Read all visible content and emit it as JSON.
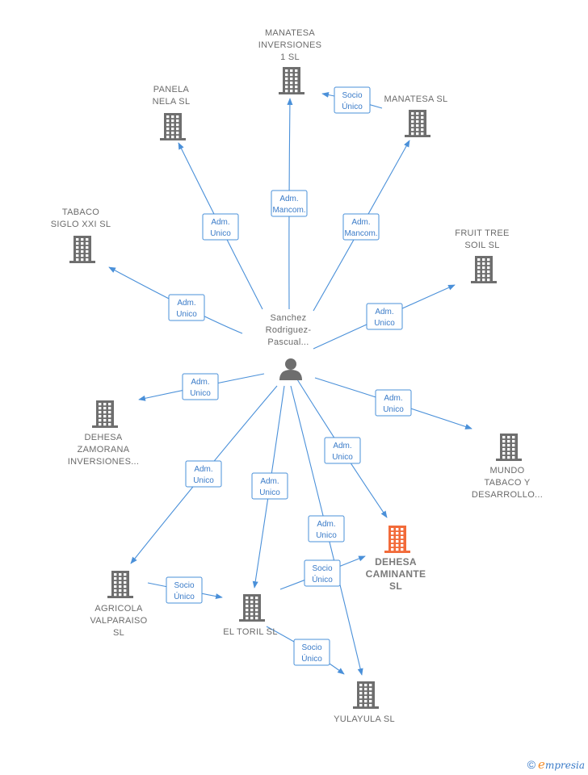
{
  "center": {
    "label_lines": [
      "Sanchez",
      "Rodriguez-",
      "Pascual..."
    ],
    "icon": "person-icon"
  },
  "companies": [
    {
      "id": "manatesa1",
      "label_lines": [
        "MANATESA",
        "INVERSIONES",
        "1  SL"
      ],
      "icon": "building-icon"
    },
    {
      "id": "panela",
      "label_lines": [
        "PANELA",
        "NELA  SL"
      ],
      "icon": "building-icon"
    },
    {
      "id": "manatesa",
      "label_lines": [
        "MANATESA  SL"
      ],
      "icon": "building-icon"
    },
    {
      "id": "tabaco",
      "label_lines": [
        "TABACO",
        "SIGLO XXI  SL"
      ],
      "icon": "building-icon"
    },
    {
      "id": "fruit",
      "label_lines": [
        "FRUIT TREE",
        "SOIL  SL"
      ],
      "icon": "building-icon"
    },
    {
      "id": "dehesaz",
      "label_lines": [
        "DEHESA",
        "ZAMORANA",
        "INVERSIONES..."
      ],
      "icon": "building-icon"
    },
    {
      "id": "mundo",
      "label_lines": [
        "MUNDO",
        "TABACO Y",
        "DESARROLLO..."
      ],
      "icon": "building-icon"
    },
    {
      "id": "dehesac",
      "label_lines": [
        "DEHESA",
        "CAMINANTE",
        "SL"
      ],
      "icon": "building-icon",
      "focus": true
    },
    {
      "id": "agricola",
      "label_lines": [
        "AGRICOLA",
        "VALPARAISO",
        "SL"
      ],
      "icon": "building-icon"
    },
    {
      "id": "toril",
      "label_lines": [
        "EL TORIL  SL"
      ],
      "icon": "building-icon"
    },
    {
      "id": "yulayula",
      "label_lines": [
        "YULAYULA  SL"
      ],
      "icon": "building-icon"
    }
  ],
  "edges": [
    {
      "from": "center",
      "to": "manatesa1",
      "label_lines": [
        "Adm.",
        "Mancom."
      ]
    },
    {
      "from": "center",
      "to": "panela",
      "label_lines": [
        "Adm.",
        "Unico"
      ]
    },
    {
      "from": "center",
      "to": "manatesa",
      "label_lines": [
        "Adm.",
        "Mancom."
      ]
    },
    {
      "from": "manatesa",
      "to": "manatesa1",
      "label_lines": [
        "Socio",
        "Único"
      ]
    },
    {
      "from": "center",
      "to": "tabaco",
      "label_lines": [
        "Adm.",
        "Unico"
      ]
    },
    {
      "from": "center",
      "to": "fruit",
      "label_lines": [
        "Adm.",
        "Unico"
      ]
    },
    {
      "from": "center",
      "to": "dehesaz",
      "label_lines": [
        "Adm.",
        "Unico"
      ]
    },
    {
      "from": "center",
      "to": "mundo",
      "label_lines": [
        "Adm.",
        "Unico"
      ]
    },
    {
      "from": "center",
      "to": "dehesac",
      "label_lines": [
        "Adm.",
        "Unico"
      ]
    },
    {
      "from": "center",
      "to": "agricola",
      "label_lines": [
        "Adm.",
        "Unico"
      ]
    },
    {
      "from": "center",
      "to": "toril",
      "label_lines": [
        "Adm.",
        "Unico"
      ]
    },
    {
      "from": "center",
      "to": "yulayula",
      "label_lines": [
        "Adm.",
        "Unico"
      ]
    },
    {
      "from": "agricola",
      "to": "toril",
      "label_lines": [
        "Socio",
        "Único"
      ]
    },
    {
      "from": "toril",
      "to": "dehesac",
      "label_lines": [
        "Socio",
        "Único"
      ]
    },
    {
      "from": "toril",
      "to": "yulayula",
      "label_lines": [
        "Socio",
        "Único"
      ]
    }
  ],
  "colors": {
    "edge": "#4a90d9",
    "node_icon": "#6e6e6e",
    "focus_icon": "#f26b3a"
  },
  "footer": {
    "copyright_symbol": "©",
    "brand_initial": "e",
    "brand_rest": "mpresia"
  }
}
